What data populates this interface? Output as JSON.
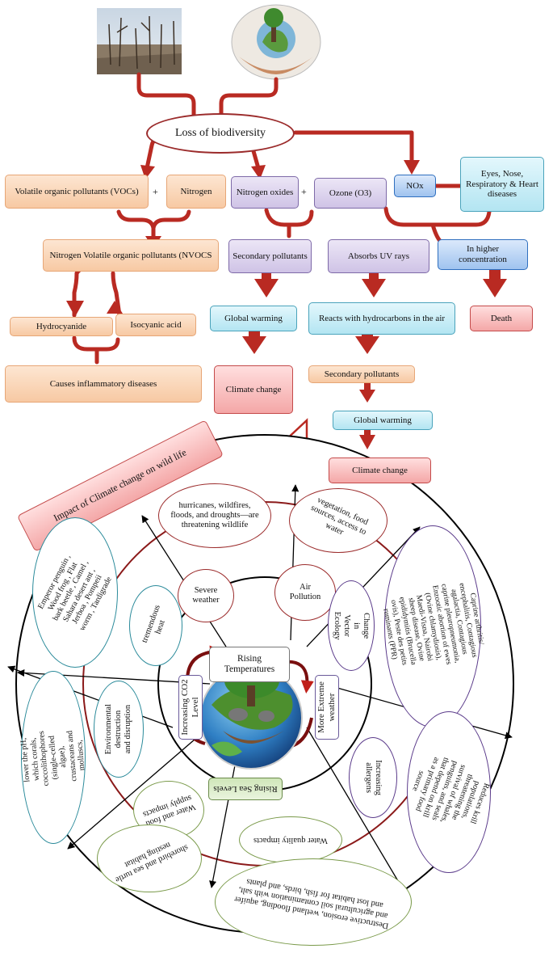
{
  "top": {
    "loss": "Loss of biodiversity"
  },
  "flow": {
    "vocs": "Volatile organic pollutants (VOCs)",
    "plus1": "+",
    "nitrogen": "Nitrogen",
    "nitrogen_oxides": "Nitrogen oxides",
    "plus2": "+",
    "ozone": "Ozone (O3)",
    "nox": "NOx",
    "eyes": "Eyes, Nose, Respiratory & Heart diseases",
    "nvocs": "Nitrogen Volatile organic pollutants (NVOCS",
    "secondary1": "Secondary pollutants",
    "absorbs_uv": "Absorbs UV rays",
    "higher_conc": "In higher concentration",
    "hydrocyanide": "Hydrocyanide",
    "isocyanic": "Isocyanic acid",
    "global_warming1": "Global warming",
    "reacts": "Reacts with hydrocarbons in the air",
    "death": "Death",
    "inflammatory": "Causes inflammatory  diseases",
    "climate_change1": "Climate change",
    "secondary2": "Secondary pollutants",
    "global_warming2": "Global warming",
    "climate_change2": "Climate change",
    "impact_title": "Impact of Climate change on wild life"
  },
  "wheel": {
    "rising_temp": "Rising Temperatures",
    "more_extreme": "More Extreme weather",
    "rising_sea": "Rising Sea Levels",
    "increasing_co2": "Increasing CO2 Level",
    "severe_weather": "Severe weather",
    "air_pollution": "Air Pollution",
    "vector_ecology": "Change in Vector Ecology",
    "allergens": "Increasing allergens",
    "water_quality": "Water quality impacts",
    "food_supply": "Water and food supply impacts",
    "env_destruction": "Environmental destruction and disruption",
    "tremendous_heat": "tremendous heat",
    "hurricanes": "hurricanes, wildfires, floods, and droughts—are threatening wildlife",
    "vegetation": "vegetation, food sources, access to water",
    "caprine": "Caprine arthritis/ encephalitis, Contagious agalactia, Contagious caprine pleuropneumonia, Enzootic abortion of ewes (Ovine chlamydiosis), Maedi-Visna, Nairobi sheep disease, Ovine epididymitis (Brucella ovis), Peste des petits ruminants (PPR)",
    "krill": "Reduces krill populations, threatening the survival of whales, penguins, and seals that depend on krill as a primary food source",
    "destructive": "Destructive erosion, wetland flooding, aquifer and agricultural soil contamination with salt, and lost habitat for fish, birds, and plants",
    "shorebird": "shorebird and sea turtle nesting habitat",
    "lower_ph": "lower the pH, which corals, coccolithophores (single-celled algae), crustaceans and molluscs,",
    "emperor": "Emperor penguin , Wood frog , Flat bark beetle , Camel , Sahara desert ant , Jerboa , Pompeii worm , Tardigrade"
  }
}
